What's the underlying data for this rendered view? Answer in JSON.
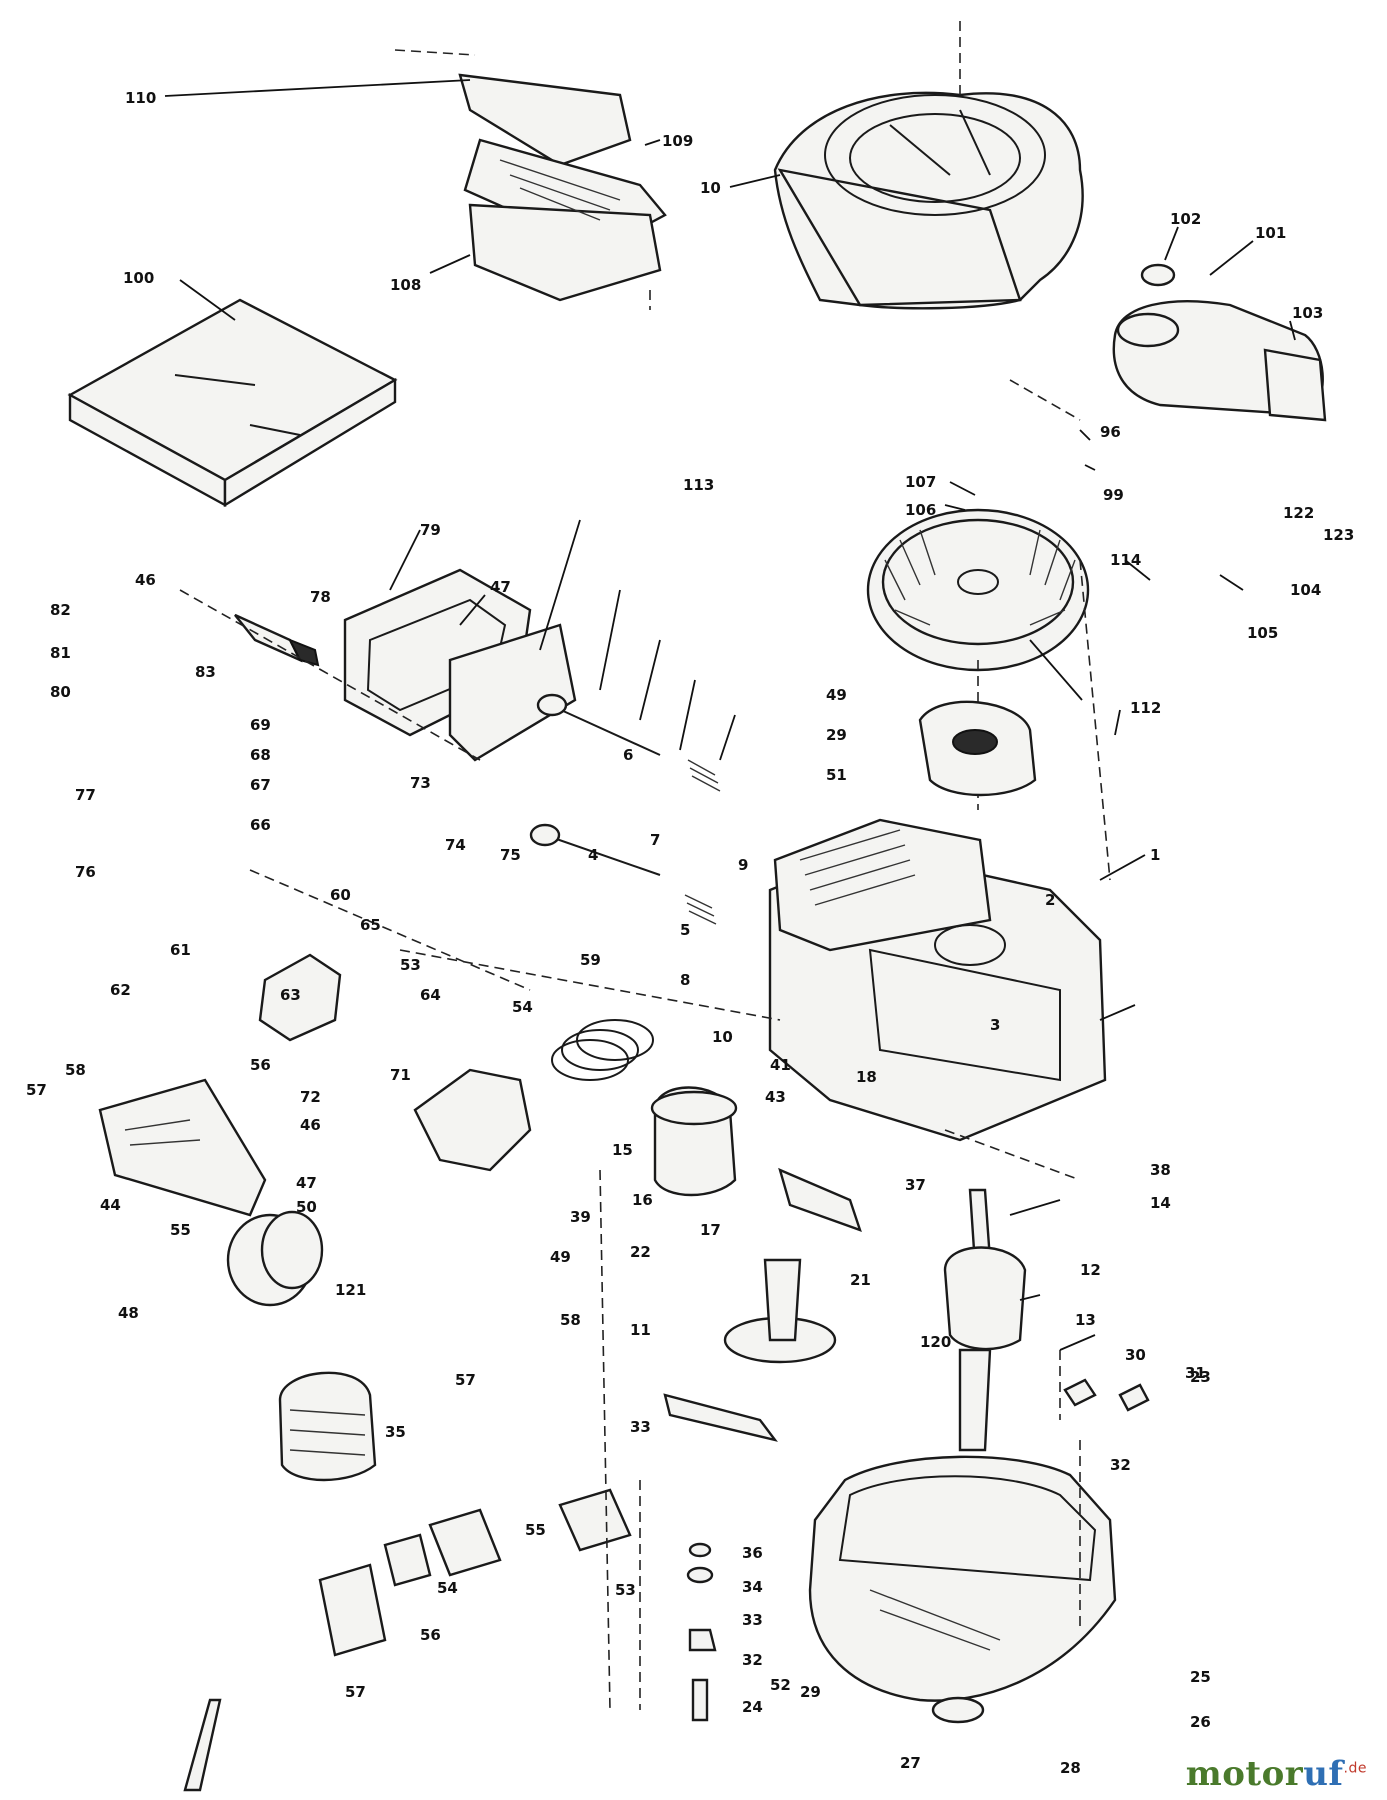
{
  "brand": {
    "part1": "motor",
    "part2": "uf",
    "tld": ".de"
  },
  "callouts": [
    "110",
    "109",
    "10",
    "108",
    "102",
    "101",
    "103",
    "100",
    "96",
    "99",
    "122",
    "123",
    "107",
    "106",
    "105",
    "104",
    "114",
    "113",
    "79",
    "47",
    "46",
    "82",
    "81",
    "80",
    "83",
    "78",
    "69",
    "68",
    "67",
    "66",
    "73",
    "74",
    "77",
    "76",
    "60",
    "65",
    "63",
    "64",
    "49",
    "29",
    "51",
    "2",
    "3",
    "5",
    "4",
    "6",
    "7",
    "8",
    "9",
    "10",
    "112",
    "1",
    "75",
    "59",
    "54",
    "61",
    "62",
    "53",
    "57",
    "58",
    "56",
    "55",
    "44",
    "71",
    "72",
    "46",
    "47",
    "50",
    "39",
    "41",
    "43",
    "18",
    "37",
    "38",
    "14",
    "15",
    "16",
    "17",
    "21",
    "22",
    "11",
    "12",
    "13",
    "120",
    "121",
    "48",
    "49",
    "58",
    "57",
    "35",
    "36",
    "34",
    "33",
    "32",
    "24",
    "25",
    "26",
    "27",
    "28",
    "29",
    "30",
    "31",
    "32",
    "23",
    "33",
    "52",
    "53",
    "54",
    "55",
    "56",
    "57"
  ]
}
